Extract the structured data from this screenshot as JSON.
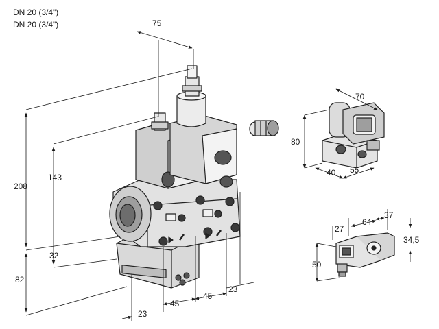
{
  "header": {
    "line1": "DN 20 (3/4\")",
    "line2": "DN 20 (3/4\")"
  },
  "dimensions": {
    "main": {
      "top_offset": "75",
      "overall_height": "208",
      "body_height": "143",
      "lower_offset": "32",
      "actuator_height": "82",
      "port_offset": "23",
      "pitch_left": "45",
      "pitch_right": "45",
      "side_offset": "23"
    },
    "pressure_switch": {
      "width": "70",
      "height": "80",
      "base_depth": "40",
      "base_width": "55"
    },
    "solenoid": {
      "offset": "27",
      "length": "64",
      "cap": "37",
      "height": "34,5",
      "drop": "50"
    }
  }
}
